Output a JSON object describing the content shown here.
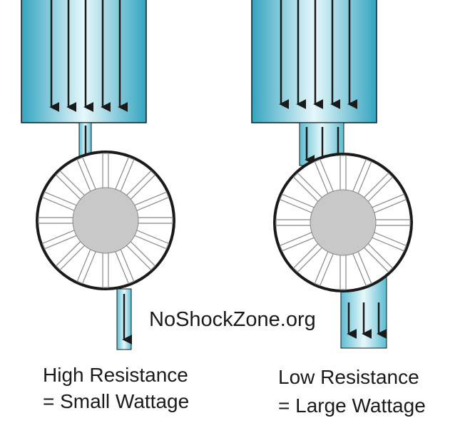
{
  "watermark": "NoShockZone.org",
  "left_caption": {
    "line1": "High Resistance",
    "line2": "= Small Wattage"
  },
  "right_caption": {
    "line1": "Low Resistance",
    "line2": "= Large Wattage"
  },
  "colors": {
    "tank_light": "#e6f8fb",
    "tank_mid": "#8fd3e1",
    "tank_dark": "#35a4bf",
    "hub": "#c8c8c8",
    "outline": "#1a1a1a"
  },
  "icons": [
    "water-tank",
    "flow-arrow",
    "water-wheel",
    "pipe"
  ]
}
